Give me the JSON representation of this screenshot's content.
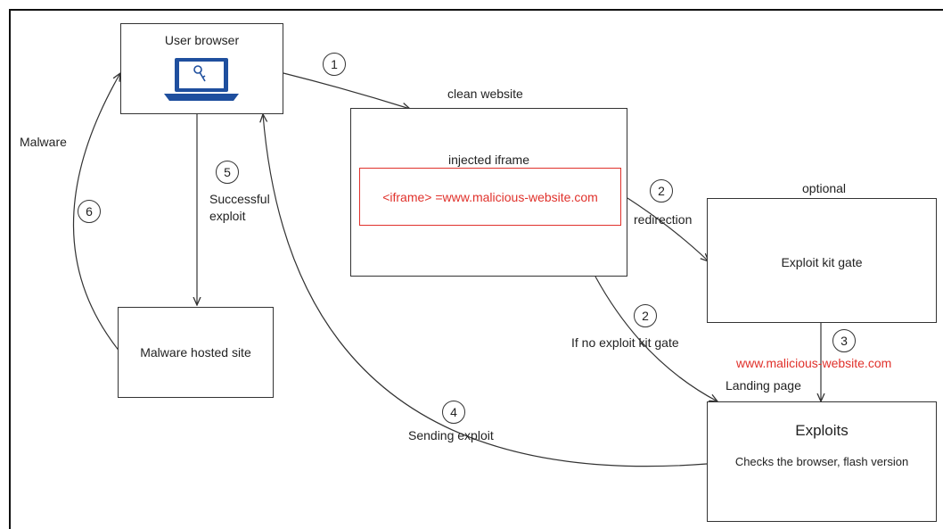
{
  "boxes": {
    "user_browser": "User browser",
    "clean_website_title": "clean website",
    "injected_iframe_title": "injected iframe",
    "iframe_code": "<iframe> =www.malicious-website.com",
    "optional": "optional",
    "exploit_kit_gate": "Exploit kit gate",
    "malware_hosted_site": "Malware hosted site",
    "exploits_title": "Exploits",
    "exploits_desc": "Checks the browser, flash version"
  },
  "edges": {
    "step1": "1",
    "step2a": "2",
    "redirection": "redirection",
    "step2b": "2",
    "no_gate": "If no exploit kit gate",
    "step3": "3",
    "malicious_url": "www.malicious-website.com",
    "landing_page": "Landing page",
    "step4": "4",
    "sending_exploit": "Sending exploit",
    "step5": "5",
    "successful_exploit_line1": "Successful",
    "successful_exploit_line2": "exploit",
    "step6": "6",
    "malware": "Malware"
  },
  "colors": {
    "accent_red": "#e0312b",
    "laptop_blue": "#1f4f9e"
  }
}
